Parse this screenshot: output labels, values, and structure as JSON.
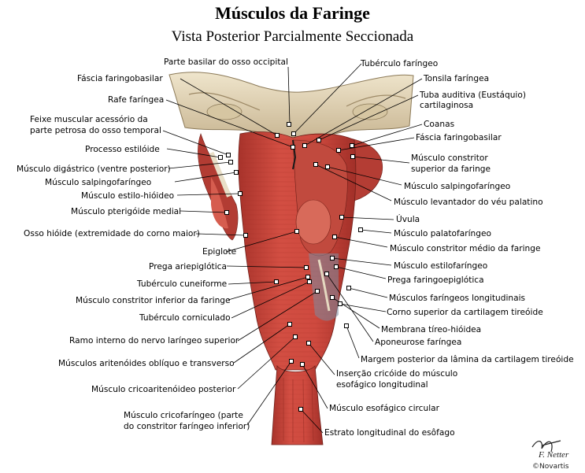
{
  "title": "Músculos da Faringe",
  "subtitle": "Vista Posterior Parcialmente Seccionada",
  "labels": {
    "parte_basilar": "Parte basilar do osso occipital",
    "tuberculo_faringeo": "Tubérculo faríngeo",
    "fascia_faringobasilar_l": "Fáscia faringobasilar",
    "tonsila_faringea": "Tonsila faríngea",
    "rafe_faringea": "Rafe faríngea",
    "tuba_auditiva_1": "Tuba auditiva (Eustáquio)",
    "tuba_auditiva_2": "cartilaginosa",
    "feixe_1": "Feixe muscular acessório da",
    "feixe_2": "parte petrosa do osso temporal",
    "coanas": "Coanas",
    "fascia_faringobasilar_r": "Fáscia faringobasilar",
    "processo_estiloide": "Processo estilóide",
    "constritor_superior_1": "Músculo constritor",
    "constritor_superior_2": "superior da faringe",
    "digastrico": "Músculo digástrico (ventre posterior)",
    "salpingofaringeo_l": "Músculo salpingofaríngeo",
    "salpingofaringeo_r": "Músculo salpingofaríngeo",
    "estilo_hioideo": "Músculo estilo-hióideo",
    "levantador": "Músculo levantador do véu palatino",
    "pterigoide": "Músculo pterigóide medial",
    "uvula": "Úvula",
    "osso_hioide": "Osso hióide (extremidade do corno maior)",
    "palatofaringeo": "Músculo palatofaríngeo",
    "epiglote": "Epiglote",
    "constritor_medio": "Músculo constritor médio da faringe",
    "prega_ariepiglotica": "Prega ariepiglótica",
    "estilofaringeo": "Músculo estilofaríngeo",
    "tuberculo_cuneiforme": "Tubérculo cuneiforme",
    "prega_faringoepiglotica": "Prega faringoepiglótica",
    "constritor_inferior": "Músculo constritor inferior da faringe",
    "longitudinais": "Músculos faríngeos longitudinais",
    "tuberculo_corniculado": "Tubérculo corniculado",
    "corno_superior": "Corno superior da cartilagem tireóide",
    "membrana_tireo": "Membrana tíreo-hióidea",
    "ramo_interno": "Ramo interno do nervo laríngeo superior",
    "aponeurose": "Aponeurose faríngea",
    "margem_posterior": "Margem posterior da lâmina da cartilagem tireóide",
    "aritenoides": "Músculos aritenóides oblíquo e transverso",
    "insercao_1": "Inserção cricóide do músculo",
    "insercao_2": "esofágico longitudinal",
    "cricoaritenoideo": "Músculo cricoaritenóideo posterior",
    "esofagico_circular": "Músculo esofágico circular",
    "cricofaringeo_1": "Músculo cricofaríngeo (parte",
    "cricofaringeo_2": "do constritor faríngeo inferior)",
    "estrato": "Estrato longitudinal do esôfago"
  },
  "signature": "F. Netter",
  "credit": "©Novartis",
  "colors": {
    "muscle": "#c8433a",
    "muscle_dark": "#8e2a22",
    "muscle_light": "#e58a78",
    "bone": "#e8dcc0",
    "bone_shadow": "#b9a684",
    "leader": "#000000"
  }
}
